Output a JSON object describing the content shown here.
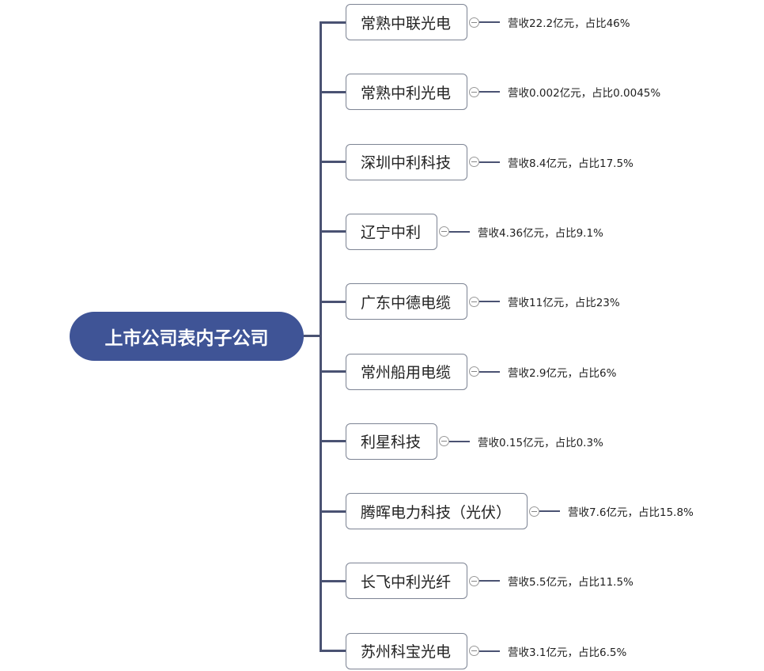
{
  "root": {
    "label": "上市公司表内子公司"
  },
  "children": [
    {
      "name": "常熟中联光电",
      "info": "营收22.2亿元，占比46%"
    },
    {
      "name": "常熟中利光电",
      "info": "营收0.002亿元，占比0.0045%"
    },
    {
      "name": "深圳中利科技",
      "info": "营收8.4亿元，占比17.5%"
    },
    {
      "name": "辽宁中利",
      "info": "营收4.36亿元，占比9.1%"
    },
    {
      "name": "广东中德电缆",
      "info": "营收11亿元，占比23%"
    },
    {
      "name": "常州船用电缆",
      "info": "营收2.9亿元，占比6%"
    },
    {
      "name": "利星科技",
      "info": "营收0.15亿元，占比0.3%"
    },
    {
      "name": "腾晖电力科技（光伏）",
      "info": "营收7.6亿元，占比15.8%"
    },
    {
      "name": "长飞中利光纤",
      "info": "营收5.5亿元，占比11.5%"
    },
    {
      "name": "苏州科宝光电",
      "info": "营收3.1亿元，占比6.5%"
    }
  ],
  "colors": {
    "root": "#3f5496",
    "connector": "#4a5272"
  }
}
